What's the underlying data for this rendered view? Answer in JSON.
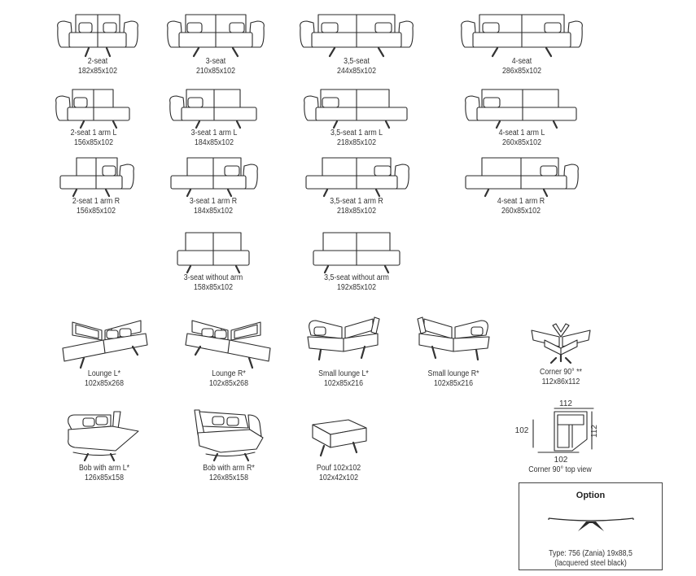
{
  "catalog": {
    "sofas": [
      {
        "name": "2-seat",
        "dims": "182x85x102"
      },
      {
        "name": "3-seat",
        "dims": "210x85x102"
      },
      {
        "name": "3,5-seat",
        "dims": "244x85x102"
      },
      {
        "name": "4-seat",
        "dims": "286x85x102"
      },
      {
        "name": "2-seat 1 arm L",
        "dims": "156x85x102"
      },
      {
        "name": "3-seat 1 arm L",
        "dims": "184x85x102"
      },
      {
        "name": "3,5-seat 1 arm L",
        "dims": "218x85x102"
      },
      {
        "name": "4-seat 1 arm L",
        "dims": "260x85x102"
      },
      {
        "name": "2-seat 1 arm R",
        "dims": "156x85x102"
      },
      {
        "name": "3-seat 1 arm R",
        "dims": "184x85x102"
      },
      {
        "name": "3,5-seat 1 arm R",
        "dims": "218x85x102"
      },
      {
        "name": "4-seat 1 arm R",
        "dims": "260x85x102"
      },
      {
        "name": "3-seat without arm",
        "dims": "158x85x102"
      },
      {
        "name": "3,5-seat without arm",
        "dims": "192x85x102"
      }
    ],
    "lounges": [
      {
        "name": "Lounge L*",
        "dims": "102x85x268"
      },
      {
        "name": "Lounge R*",
        "dims": "102x85x268"
      },
      {
        "name": "Small lounge L*",
        "dims": "102x85x216"
      },
      {
        "name": "Small lounge R*",
        "dims": "102x85x216"
      },
      {
        "name": "Corner 90° **",
        "dims": "112x86x112"
      },
      {
        "name": "Bob with arm L*",
        "dims": "126x85x158"
      },
      {
        "name": "Bob with arm R*",
        "dims": "126x85x158"
      },
      {
        "name": "Pouf 102x102",
        "dims": "102x42x102"
      }
    ],
    "corner_top_view": {
      "caption": "Corner 90° top view",
      "top": "112",
      "left": "102",
      "right": "112",
      "bottom": "102"
    }
  },
  "option": {
    "title": "Option",
    "line1": "Type: 756 (Zania) 19x88,5",
    "line2": "(lacquered steel black)"
  }
}
